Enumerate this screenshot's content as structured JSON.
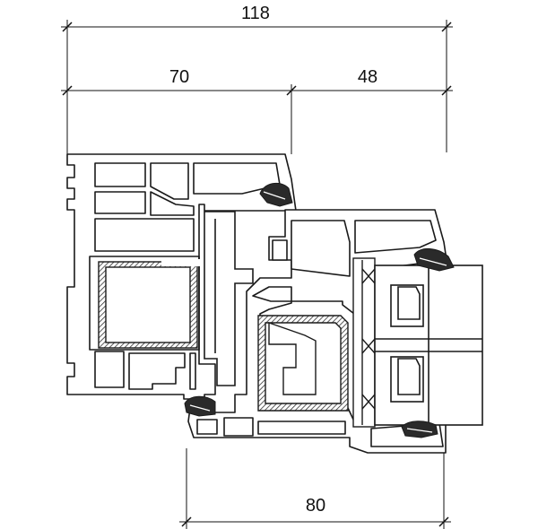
{
  "dimensions": {
    "total_width": "118",
    "frame_width": "70",
    "sash_projection": "48",
    "sash_width": "80"
  },
  "colors": {
    "line": "#1a1a1a",
    "profile_fill": "#ffffff",
    "reinforcement_fill": "#cfcfcf",
    "gasket_fill": "#2a2a2a",
    "glass_fill": "#f7f7f7"
  }
}
